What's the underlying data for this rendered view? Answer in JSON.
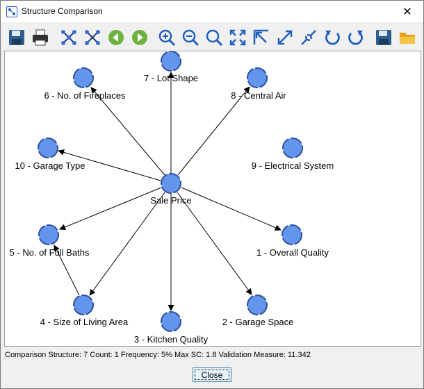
{
  "window": {
    "title": "Structure Comparison",
    "close_glyph": "✕"
  },
  "toolbar": [
    {
      "icon": "save-icon"
    },
    {
      "icon": "print-icon"
    },
    {
      "icon": "graph-layout-icon"
    },
    {
      "icon": "graph-layout-alt-icon"
    },
    {
      "icon": "back-arrow-icon"
    },
    {
      "icon": "forward-arrow-icon"
    },
    {
      "icon": "zoom-in-icon"
    },
    {
      "icon": "zoom-out-icon"
    },
    {
      "icon": "zoom-reset-icon"
    },
    {
      "icon": "fit-to-window-icon"
    },
    {
      "icon": "move-top-left-icon"
    },
    {
      "icon": "expand-icon"
    },
    {
      "icon": "collapse-icon"
    },
    {
      "icon": "rotate-left-icon"
    },
    {
      "icon": "rotate-right-icon"
    },
    {
      "icon": "save-icon"
    },
    {
      "icon": "open-folder-icon"
    }
  ],
  "graph": {
    "center": "Sale Price",
    "nodes": [
      {
        "id": "7",
        "label": "7 - Lot Shape"
      },
      {
        "id": "6",
        "label": "6 - No. of Fireplaces"
      },
      {
        "id": "8",
        "label": "8 - Central Air"
      },
      {
        "id": "10",
        "label": "10 - Garage Type"
      },
      {
        "id": "9",
        "label": "9 - Electrical System"
      },
      {
        "id": "5",
        "label": "5 - No. of Full Baths"
      },
      {
        "id": "1",
        "label": "1 - Overall Quality"
      },
      {
        "id": "4",
        "label": "4 - Size of Living Area"
      },
      {
        "id": "2",
        "label": "2 - Garage Space"
      },
      {
        "id": "3",
        "label": "3 - Kitchen Quality"
      }
    ]
  },
  "status": {
    "text": "Comparison Structure: 7 Count: 1 Frequency: 5% Max SC: 1.8 Validation Measure: 11.342"
  },
  "buttons": {
    "close_label": "Close"
  },
  "colors": {
    "node_fill": "#6495ed",
    "node_stroke": "#2b4f9e"
  }
}
